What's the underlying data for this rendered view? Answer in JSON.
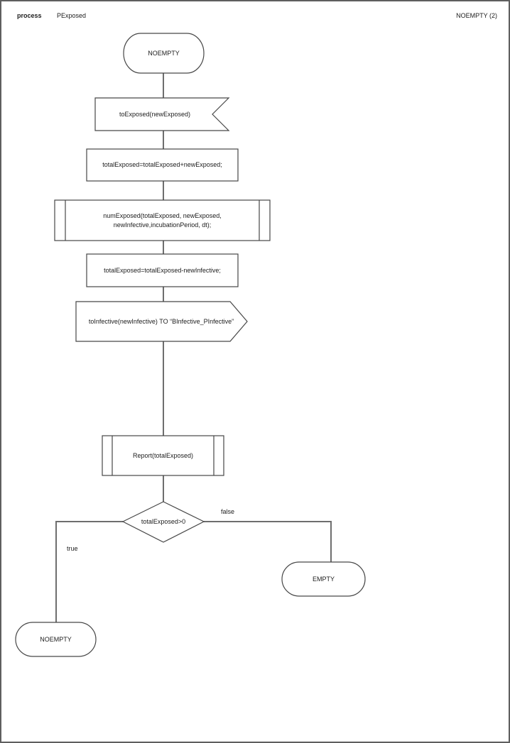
{
  "header": {
    "process_label": "process",
    "process_name": "PExposed",
    "page_title": "NOEMPTY (2)"
  },
  "diagram": {
    "start_state": "NOEMPTY",
    "input_signal": "toExposed(newExposed)",
    "task_add": "totalExposed=totalExposed+newExposed;",
    "procedure_num_exposed_line1": "numExposed(totalExposed, newExposed,",
    "procedure_num_exposed_line2": "newInfective,incubationPeriod, dt);",
    "task_subtract": "totalExposed=totalExposed-newInfective;",
    "output_signal": "toInfective(newInfective) TO “BInfective_PInfective”",
    "procedure_report": "Report(totalExposed)",
    "decision": "totalExposed>0",
    "branch_true_label": "true",
    "branch_false_label": "false",
    "next_state_true": "NOEMPTY",
    "next_state_false": "EMPTY"
  },
  "colors": {
    "background": "#ffffff",
    "page_border": "#5f5f5f",
    "shape_border": "#474747",
    "connector": "#6e6e6e",
    "text": "#1c1c1c"
  }
}
